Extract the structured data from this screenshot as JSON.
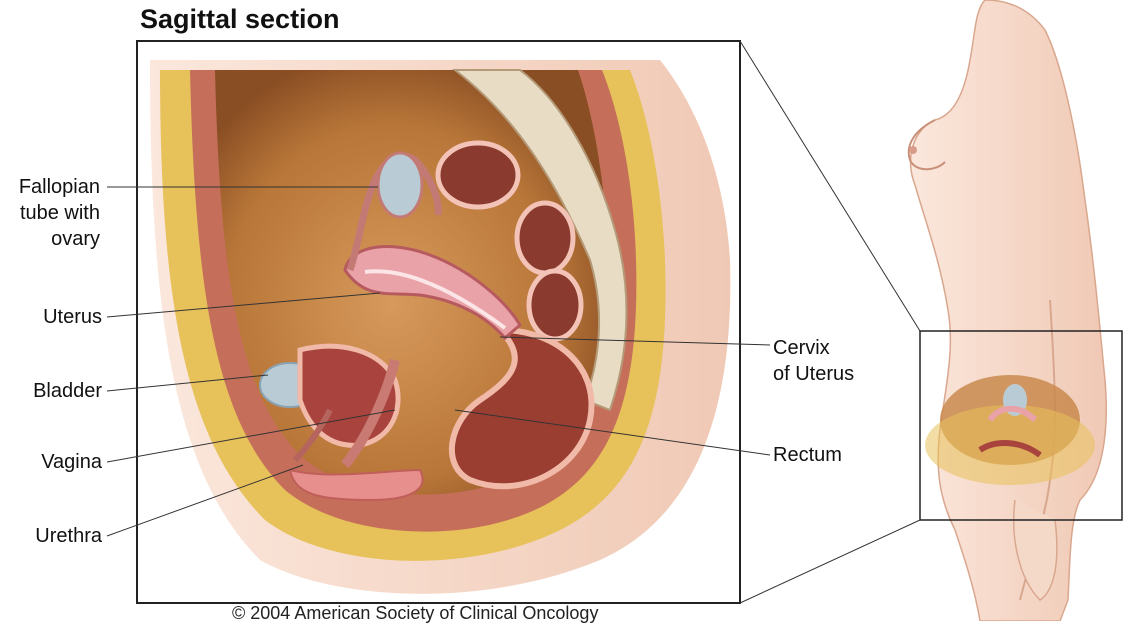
{
  "title": "Sagittal section",
  "labels": {
    "fallopian_line1": "Fallopian",
    "fallopian_line2": "tube with",
    "fallopian_line3": "ovary",
    "uterus": "Uterus",
    "bladder": "Bladder",
    "vagina": "Vagina",
    "urethra": "Urethra",
    "cervix_line1": "Cervix",
    "cervix_line2": "of Uterus",
    "rectum": "Rectum"
  },
  "copyright": "© 2004 American Society of Clinical Oncology",
  "colors": {
    "frame": "#222222",
    "skin": "#f3d3c2",
    "cavity": "#c98a4e",
    "fat": "#e7c15a",
    "uterus": "#e9a3a8",
    "muscle": "#a9433d",
    "bladder": "#b9ccd6",
    "spine": "#e8dcc4"
  }
}
